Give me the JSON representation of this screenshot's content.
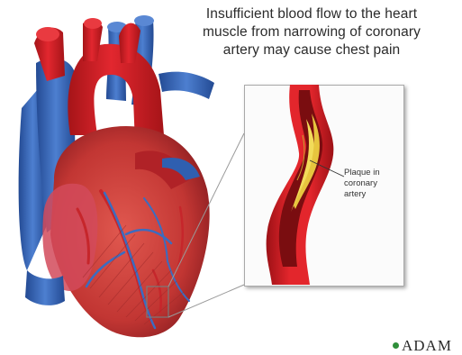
{
  "caption": {
    "line1": "Insufficient blood flow to the heart",
    "line2": "muscle from narrowing of coronary",
    "line3": "artery may cause chest pain"
  },
  "callout": {
    "label_line1": "Plaque in",
    "label_line2": "coronary",
    "label_line3": "artery"
  },
  "logo": {
    "text": "ADAM"
  },
  "colors": {
    "artery_red": "#d8212a",
    "vein_blue": "#2f5fb0",
    "muscle_red": "#c63a38",
    "plaque_yellow": "#f2dc5a",
    "logo_green": "#2f8f3a"
  }
}
